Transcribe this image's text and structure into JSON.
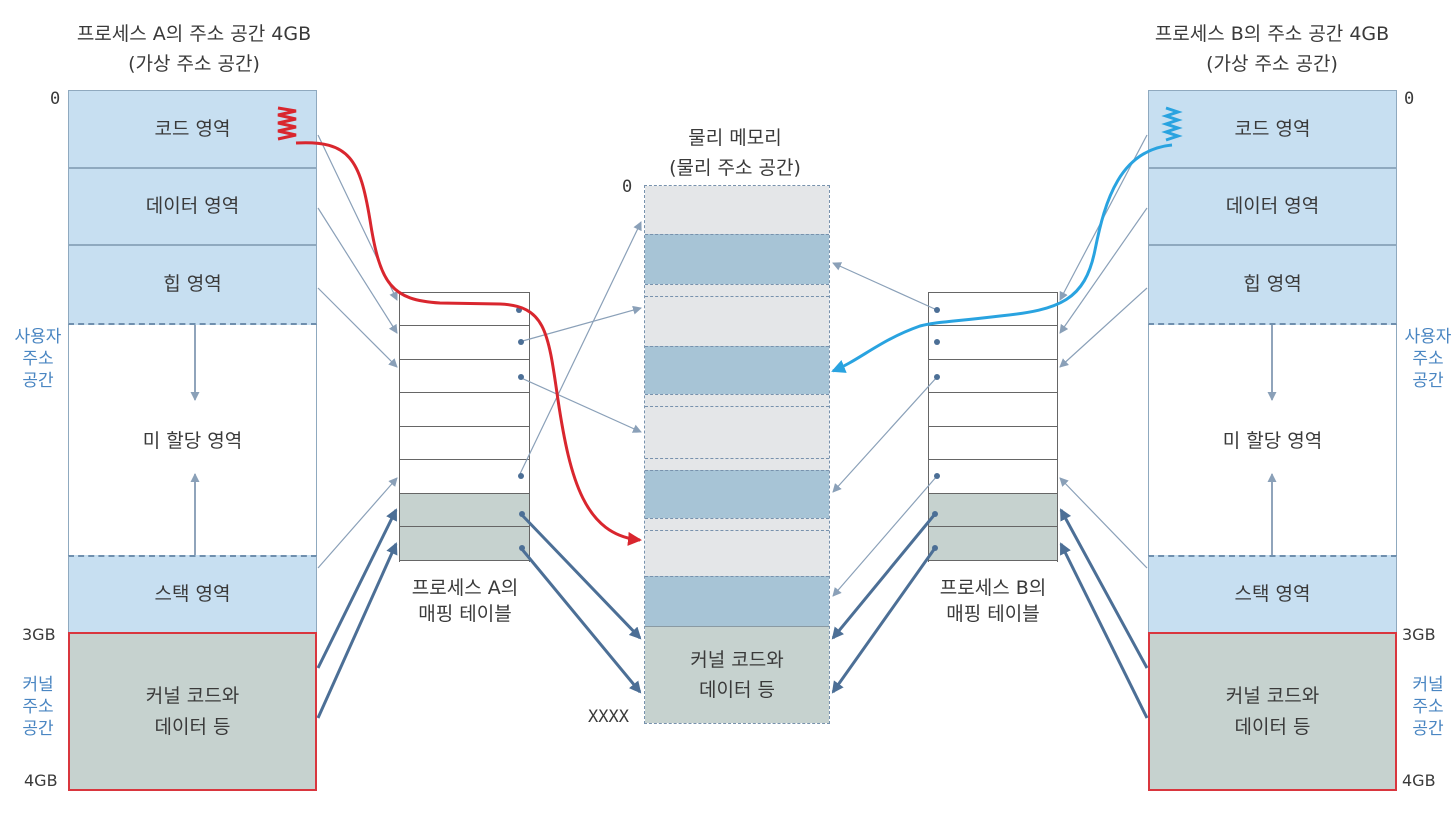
{
  "process_a": {
    "title": "프로세스 A의 주소 공간 4GB",
    "subtitle": "(가상 주소 공간)",
    "regions": [
      "코드 영역",
      "데이터 영역",
      "힙 영역",
      "미 할당 영역",
      "스택 영역",
      "커널 코드와\n데이터 등"
    ],
    "user_space_label": "사용자\n주소\n공간",
    "kernel_space_label": "커널\n주소\n공간",
    "addr_0": "0",
    "addr_3gb": "3GB",
    "addr_4gb": "4GB",
    "table_label": "프로세스 A의\n매핑 테이블"
  },
  "process_b": {
    "title": "프로세스 B의 주소 공간 4GB",
    "subtitle": "(가상 주소 공간)",
    "regions": [
      "코드 영역",
      "데이터 영역",
      "힙 영역",
      "미 할당 영역",
      "스택 영역",
      "커널 코드와\n데이터 등"
    ],
    "user_space_label": "사용자\n주소\n공간",
    "kernel_space_label": "커널\n주소\n공간",
    "addr_0": "0",
    "addr_3gb": "3GB",
    "addr_4gb": "4GB",
    "table_label": "프로세스 B의\n매핑 테이블"
  },
  "physical_memory": {
    "title": "물리 메모리",
    "subtitle": "(물리 주소 공간)",
    "addr_0": "0",
    "addr_end": "XXXX",
    "kernel_label": "커널 코드와\n데이터 등"
  },
  "colors": {
    "process_a_path": "#d9262e",
    "process_b_path": "#29a3e0",
    "arrow": "#8aa0b8",
    "kernel_arrow": "#4c6f96",
    "kernel_border": "#d9363e"
  }
}
